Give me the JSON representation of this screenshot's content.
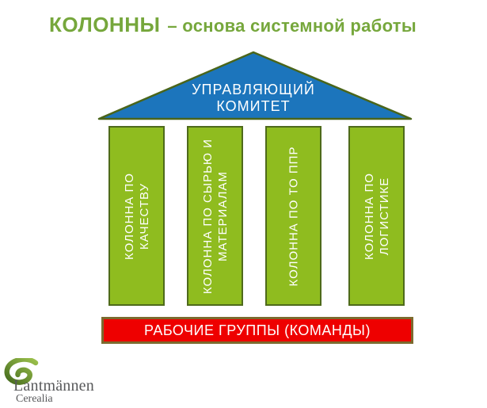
{
  "title": {
    "main": "КОЛОННЫ",
    "rest": "– основа системной работы"
  },
  "roof": {
    "line1": "УПРАВЛЯЮЩИЙ",
    "line2": "КОМИТЕТ"
  },
  "columns": [
    {
      "name": "quality",
      "line1": "КОЛОННА ПО",
      "line2": "КАЧЕСТВУ"
    },
    {
      "name": "materials",
      "line1": "КОЛОННА ПО СЫРЬЮ И",
      "line2": "МАТЕРИАЛАМ"
    },
    {
      "name": "to-ppr",
      "line1": "КОЛОННА ПО ТО ППР",
      "line2": ""
    },
    {
      "name": "logistics",
      "line1": "КОЛОННА ПО",
      "line2": "ЛОГИСТИКЕ"
    }
  ],
  "workgroups_bar": {
    "label": "РАБОЧИЕ ГРУППЫ (КОМАНДЫ)"
  },
  "logo": {
    "name": "Lantmännen",
    "subname": "Cerealia"
  },
  "colors": {
    "title_green": "#76A73C",
    "column_fill": "#8FBC1F",
    "column_border": "#4E6A1B",
    "roof_fill": "#1C75BC",
    "roof_border": "#4A651A",
    "bar_fill": "#EE0000",
    "bar_border": "#7C6A2E",
    "logo_text": "#58595B"
  }
}
